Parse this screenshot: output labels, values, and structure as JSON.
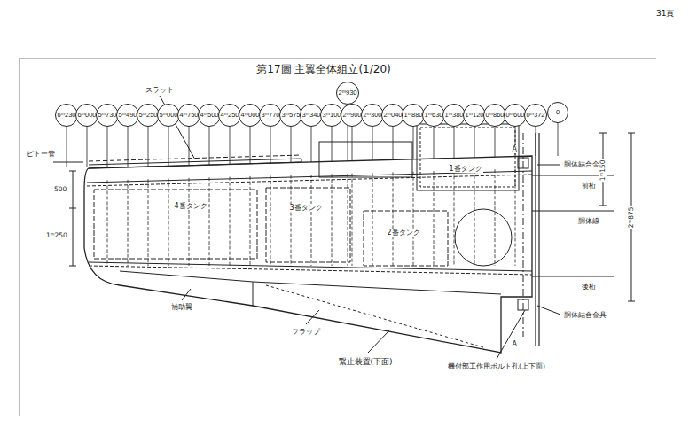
{
  "diagram": {
    "title": "第17圖 主翼全体組立(1/20)",
    "nodes": [
      {
        "text": [
          "6ᵐ230"
        ]
      },
      {
        "text": [
          "6ᵐ000"
        ]
      },
      {
        "text": [
          "5ᵐ730"
        ]
      },
      {
        "text": [
          "5ᵐ490"
        ]
      },
      {
        "text": [
          "5ᵐ250"
        ]
      },
      {
        "text": [
          "5ᵐ000"
        ]
      },
      {
        "text": [
          "4ᵐ750"
        ]
      },
      {
        "text": [
          "4ᵐ500"
        ]
      },
      {
        "text": [
          "4ᵐ250"
        ]
      },
      {
        "text": [
          "4ᵐ000"
        ]
      },
      {
        "text": [
          "3ᵐ770"
        ]
      },
      {
        "text": [
          "3ᵐ575"
        ]
      },
      {
        "text": [
          "3ᵐ340"
        ]
      },
      {
        "text": [
          "3ᵐ100"
        ]
      },
      {
        "text": [
          "2ᵐ930"
        ]
      },
      {
        "text": [
          "2ᵐ900"
        ]
      },
      {
        "text": [
          "2ᵐ300"
        ]
      },
      {
        "text": [
          "2ᵐ040"
        ]
      },
      {
        "text": [
          "1ᵐ880"
        ]
      },
      {
        "text": [
          "1ᵐ630"
        ]
      },
      {
        "text": [
          "1ᵐ380"
        ]
      },
      {
        "text": [
          "1ᵐ120"
        ]
      },
      {
        "text": [
          "0ᵐ860"
        ]
      },
      {
        "text": [
          "0ᵐ600"
        ]
      },
      {
        "text": [
          "0ᵐ372"
        ]
      },
      {
        "text": [
          "0"
        ]
      }
    ],
    "labels": [
      "31頁",
      "スラット",
      "ピトー管",
      "500",
      "1ᵐ250",
      "4番タンク",
      "3番タンク",
      "2番タンク",
      "1番タンク",
      "補助翼",
      "フラップ",
      "繋止装置(下面)",
      "機付部工作用ボルト孔(上下面)",
      "A",
      "A",
      "胴体結合金具",
      "前桁",
      "胴体線",
      "後桁",
      "胴体結合金具",
      "1ᵐ150",
      "2ᵐ875"
    ]
  }
}
